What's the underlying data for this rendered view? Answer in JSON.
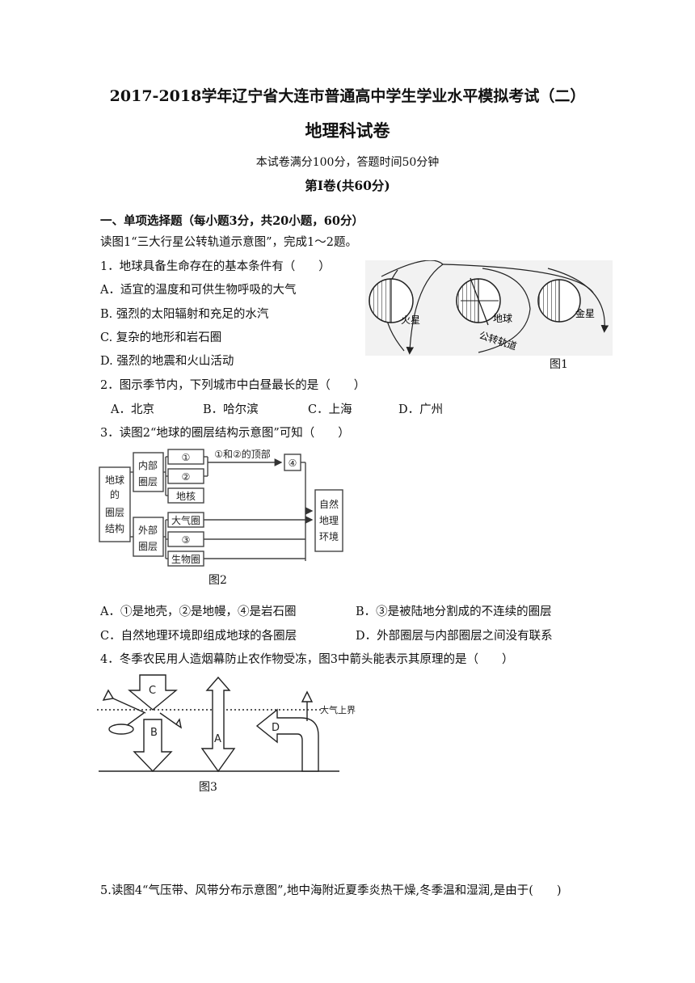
{
  "header": {
    "title": "2017-2018学年辽宁省大连市普通高中学生学业水平模拟考试（二）",
    "subject": "地理科试卷",
    "info": "本试卷满分100分，答题时间50分钟",
    "part": "第Ⅰ卷(共60分)"
  },
  "section1": {
    "heading": "一、单项选择题（每小题3分，共20小题，60分）",
    "intro": "读图1“三大行星公转轨道示意图”，完成1～2题。"
  },
  "q1": {
    "stem": "1．地球具备生命存在的基本条件有（　　）",
    "a": "A．适宜的温度和可供生物呼吸的大气",
    "b": "B. 强烈的太阳辐射和充足的水汽",
    "c": "C. 复杂的地形和岩石圈",
    "d": "D. 强烈的地震和火山活动"
  },
  "fig1": {
    "caption": "图1",
    "mars": "火星",
    "earth": "地球",
    "venus": "金星",
    "orbit": "公转轨道"
  },
  "q2": {
    "stem": "2．图示季节内，下列城市中白昼最长的是（　　）",
    "a": "A．北京",
    "b": "B．哈尔滨",
    "c": "C．上海",
    "d": "D．广州"
  },
  "q3": {
    "stem": "3．读图2“地球的圈层结构示意图”可知（　　）",
    "a": "A．①是地壳，②是地幔，④是岩石圈",
    "b": "B．③是被陆地分割成的不连续的圈层",
    "c": "C．自然地理环境即组成地球的各圈层",
    "d": "D．外部圈层与内部圈层之间没有联系"
  },
  "fig2": {
    "caption": "图2",
    "root": [
      "地球",
      "的",
      "圈层",
      "结构"
    ],
    "inner": [
      "内部",
      "圈层"
    ],
    "outer": [
      "外部",
      "圈层"
    ],
    "n1": "①",
    "n2": "②",
    "core": "地核",
    "top_label": "①和②的顶部",
    "n4": "④",
    "atmo": "大气圈",
    "n3": "③",
    "bio": "生物圈",
    "env": [
      "自然",
      "地理",
      "环境"
    ]
  },
  "q4": {
    "stem": "4．冬季农民用人造烟幕防止农作物受冻，图3中箭头能表示其原理的是（　　）"
  },
  "fig3": {
    "caption": "图3",
    "top": "大气上界",
    "A": "A",
    "B": "B",
    "C": "C",
    "D": "D"
  },
  "q5": {
    "stem": "5.读图4“气压带、风带分布示意图”,地中海附近夏季炎热干燥,冬季温和湿润,是由于(　　)"
  }
}
